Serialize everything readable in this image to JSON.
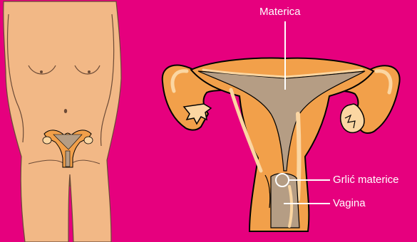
{
  "labels": {
    "uterus": "Materica",
    "cervix": "Grlić materice",
    "vagina": "Vagina"
  },
  "colors": {
    "background": "#E6007E",
    "skin": "#F2B886",
    "skin_outline": "#6B4A36",
    "organ_orange": "#F2A04A",
    "organ_light": "#FBD6A2",
    "organ_cavity": "#B59D84",
    "outline": "#000000",
    "leader_line": "#FFFFFF"
  }
}
